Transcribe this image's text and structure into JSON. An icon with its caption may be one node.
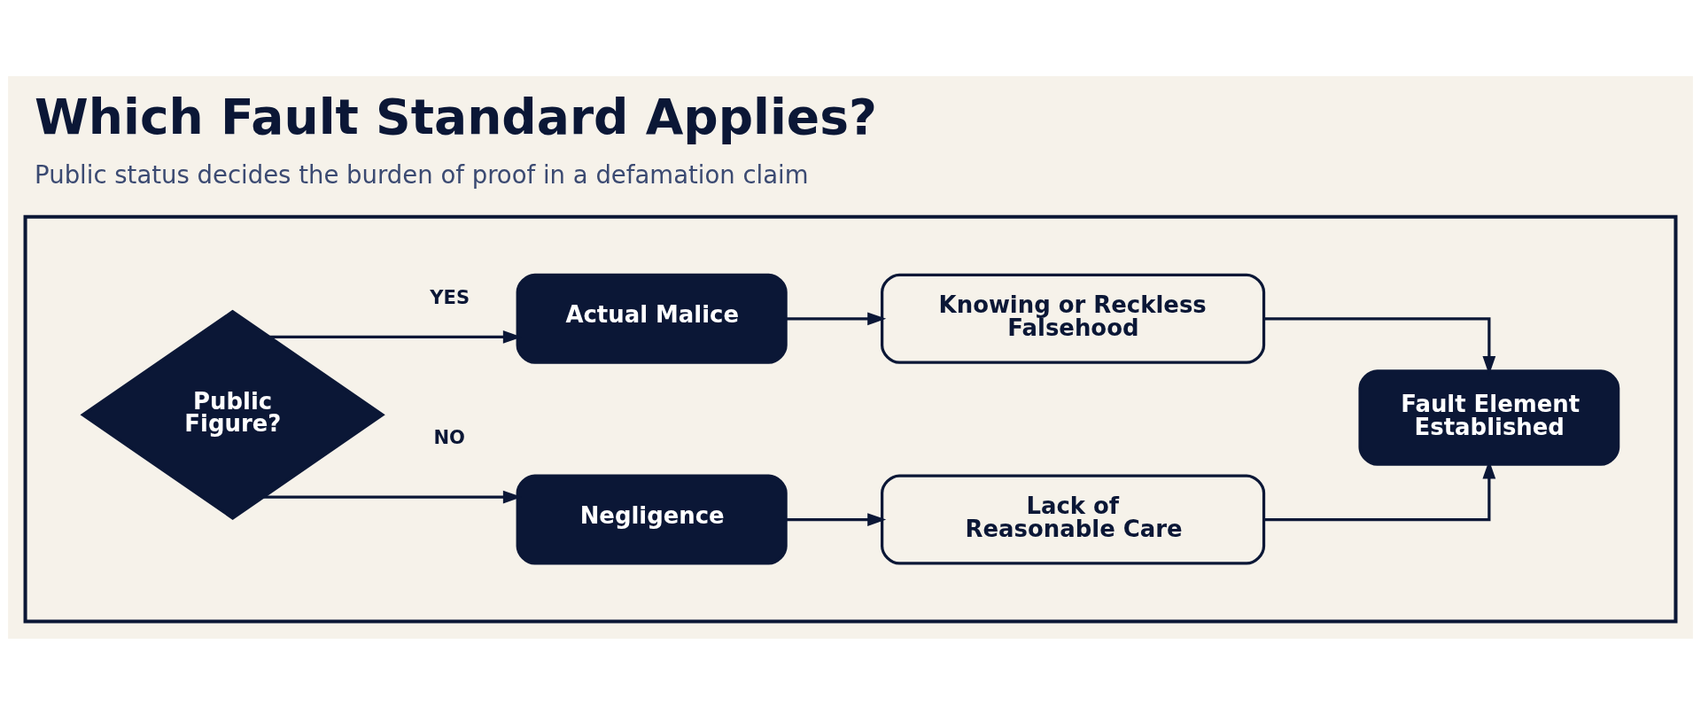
{
  "diagram": {
    "title": "Which Fault Standard Applies?",
    "caption": "Public status decides the burden of proof in a defamation claim",
    "nodes": [
      {
        "text": [],
        "shape": "box"
      },
      {
        "text": [
          "Public Figure?"
        ],
        "in": 0
      },
      {
        "text": [
          "Actual Malice"
        ],
        "in": 0
      },
      {
        "text": [
          "Negligence"
        ],
        "in": 0
      },
      {
        "text": [
          "Knowing or Reckless Falsehood"
        ],
        "in": 0
      },
      {
        "text": [
          "Lack of Reasonable Care"
        ],
        "in": 0
      },
      {
        "text": [
          "Fault Element Established"
        ],
        "in": 0
      }
    ],
    "edges": [
      {
        "from": 1,
        "to": 2,
        "arrow": "to",
        "label": "YES"
      },
      {
        "from": 1,
        "to": 3,
        "arrow": "to",
        "label": "NO"
      },
      {
        "from": 2,
        "to": 4,
        "arrow": "to"
      },
      {
        "from": 3,
        "to": 5,
        "arrow": "to"
      },
      {
        "from": 4,
        "to": 6,
        "arrow": "to"
      },
      {
        "from": 5,
        "to": 6,
        "arrow": "to"
      }
    ]
  }
}
